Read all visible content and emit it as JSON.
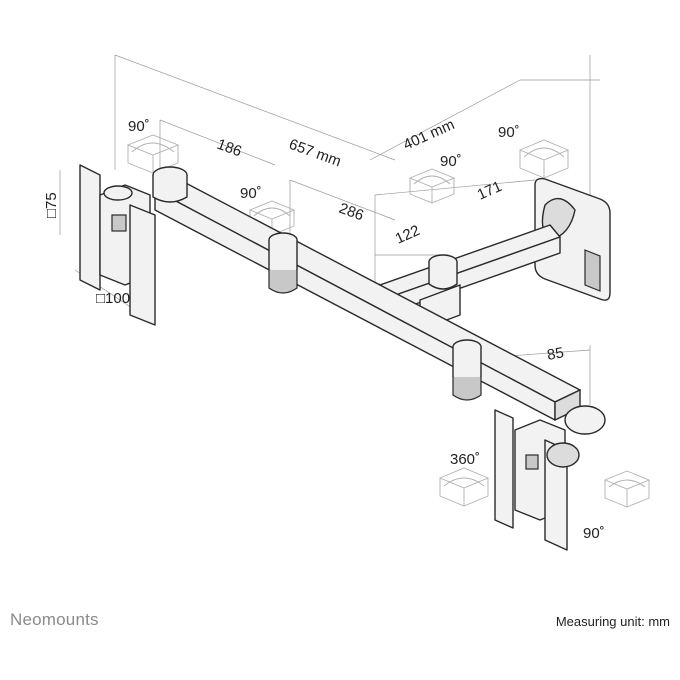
{
  "brand": "Neomounts",
  "measuring_unit": "Measuring unit: mm",
  "dimensions": {
    "angle_top_left": "90˚",
    "w186": "186",
    "w657": "657 mm",
    "d401": "401 mm",
    "angle_top_right": "90˚",
    "angle_center_right": "90˚",
    "angle_center": "90˚",
    "w286": "286",
    "w171": "171",
    "w122": "122",
    "vesa_75": "□75",
    "vesa_100": "□100",
    "w85": "85",
    "angle_360": "360˚",
    "angle_bottom_right": "90˚"
  }
}
